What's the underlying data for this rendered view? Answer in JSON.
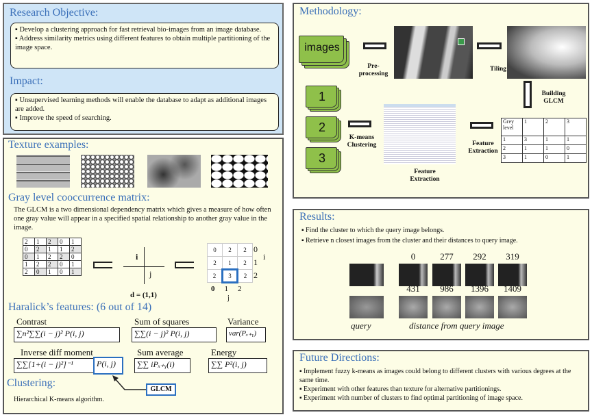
{
  "objective": {
    "title": "Research Objective:",
    "bullets": [
      "▪ Develop a clustering approach for fast retrieval bio-images from an image database.",
      "▪ Address similarity metrics using different features to obtain multiple partitioning of the image space."
    ]
  },
  "impact": {
    "title": "Impact:",
    "bullets": [
      "▪ Unsupervised learning methods will enable the database to adapt as additional images are added.",
      "▪ Improve the speed of searching."
    ]
  },
  "texture": {
    "title": "Texture examples:"
  },
  "glcm": {
    "title": "Gray level cooccurrence matrix:",
    "text": "The GLCM is a two dimensional dependency matrix which gives a measure of how often one gray value will appear in a specified spatial relationship to another gray value in the image.",
    "input_matrix": [
      [
        "2",
        "1",
        "2",
        "0",
        "1"
      ],
      [
        "0",
        "2",
        "1",
        "1",
        "2"
      ],
      [
        "0",
        "1",
        "2",
        "2",
        "0"
      ],
      [
        "1",
        "2",
        "2",
        "0",
        "1"
      ],
      [
        "2",
        "0",
        "1",
        "0",
        "1"
      ]
    ],
    "axis_i": "i",
    "axis_j": "j",
    "d": "d = (1,1)",
    "output_matrix": [
      [
        "0",
        "2",
        "2"
      ],
      [
        "2",
        "1",
        "2"
      ],
      [
        "2",
        "3",
        "2"
      ]
    ],
    "row_labels": [
      "0",
      "1",
      "2"
    ],
    "col_labels": [
      "0",
      "1",
      "2"
    ]
  },
  "haralick": {
    "title": "Haralick’s features: (6 out of 14)",
    "features": [
      {
        "name": "Contrast",
        "formula": "∑n²∑∑(i − j)² P(i, j)"
      },
      {
        "name": "Sum of squares",
        "formula": "∑∑(i − j)² P(i, j)"
      },
      {
        "name": "Variance",
        "formula": "var(Pₓ₊ᵧ)"
      },
      {
        "name": "Inverse diff moment",
        "formula": "∑∑[1+(i − j)²]⁻¹",
        "formula_highlight": "P(i, j)"
      },
      {
        "name": "Sum average",
        "formula": "∑∑ iPₓ₊ᵧ(i)"
      },
      {
        "name": "Energy",
        "formula": "∑∑ P²(i, j)"
      }
    ],
    "glcm_tag": "GLCM"
  },
  "clustering": {
    "title": "Clustering:",
    "text": "Hierarchical K-means algorithm."
  },
  "methodology": {
    "title": "Methodology:",
    "images_label": "images",
    "preprocessing": "Pre-processing",
    "tiling": "Tiling",
    "building": "Building GLCM",
    "feature_extraction_arrow": "Feature Extraction",
    "feature_extraction": "Feature Extraction",
    "kmeans": "K-means Clustering",
    "clusters": [
      "1",
      "2",
      "3"
    ],
    "glcm_table": [
      [
        "Grey level",
        "1",
        "2",
        "3"
      ],
      [
        "1",
        "3",
        "1",
        "1"
      ],
      [
        "2",
        "1",
        "1",
        "0"
      ],
      [
        "3",
        "1",
        "0",
        "1"
      ]
    ]
  },
  "results": {
    "title": "Results:",
    "bullets": [
      "▪ Find the cluster to which the query image belongs.",
      "▪ Retrieve n closest images from the cluster and their distances to query image."
    ],
    "row1": [
      "0",
      "277",
      "292",
      "319"
    ],
    "row2": [
      "431",
      "986",
      "1396",
      "1409"
    ],
    "query": "query",
    "distance": "distance from query image"
  },
  "future": {
    "title": "Future Directions:",
    "bullets": [
      "▪ Implement fuzzy k-means as images could belong to different clusters with various degrees at the same time.",
      "▪ Experiment with other features than texture for alternative partitionings.",
      "▪ Experiment with number of clusters to find optimal partitioning of image space."
    ]
  },
  "colors": {
    "heading": "#3a6fb8",
    "panel_blue": "#cfe5f7",
    "panel_cream": "#fdfde6",
    "cluster_green": "#8fc04a",
    "highlight": "#2a6fc0"
  }
}
